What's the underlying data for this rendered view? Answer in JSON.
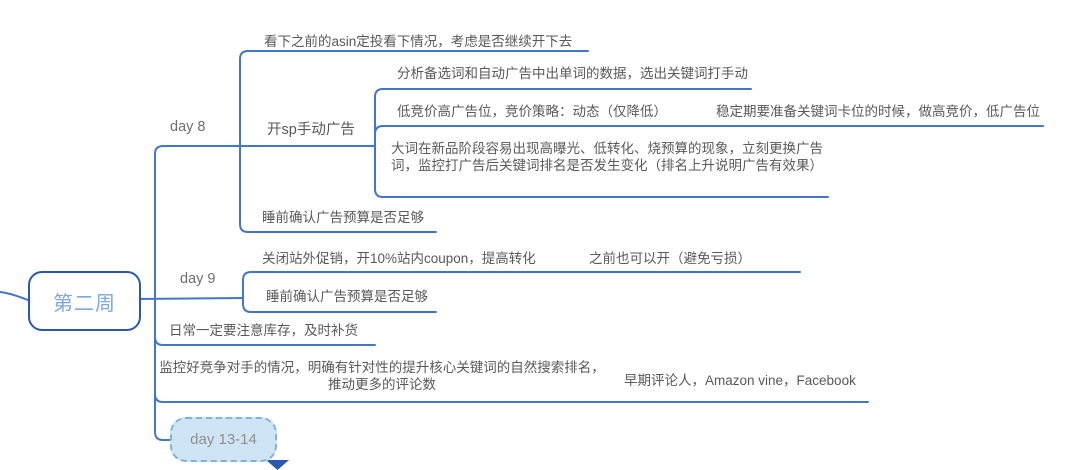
{
  "mindmap": {
    "root": {
      "label": "第二周"
    },
    "week2": {
      "day8": {
        "label": "day 8",
        "asin_check": "看下之前的asin定投看下情况，考虑是否继续开下去",
        "sp_manual": {
          "label": "开sp手动广告",
          "analyze_keywords": "分析备选词和自动广告中出单词的数据，选出关键词打手动",
          "low_bid": {
            "label": "低竞价高广告位，竞价策略：动态（仅降低）",
            "stable_period": "稳定期要准备关键词卡位的时候，做高竞价，低广告位"
          },
          "big_words": "大词在新品阶段容易出现高曝光、低转化、烧预算的现象，立刻更换广告词，监控打广告后关键词排名是否发生变化（排名上升说明广告有效果）"
        },
        "budget_check": "睡前确认广告预算是否足够"
      },
      "day9": {
        "label": "day 9",
        "coupon": {
          "label": "关闭站外促销，开10%站内coupon，提高转化",
          "note": "之前也可以开（避免亏损）"
        },
        "budget_check": "睡前确认广告预算是否足够"
      },
      "inventory": "日常一定要注意库存，及时补货",
      "monitor": {
        "label": "监控好竞争对手的情况，明确有针对性的提升核心关键词的自然搜索排名，推动更多的评论数",
        "review_channels": "早期评论人，Amazon vine，Facebook"
      },
      "day13_14": {
        "label": "day 13-14"
      }
    }
  },
  "colors": {
    "line": "#4277c8",
    "accent": "#2a58ad",
    "root_border": "#2a58ad",
    "root_text": "#7fa7e2",
    "text": "#595959",
    "label": "#6e6e6e",
    "sel_fill": "#cfe5f6",
    "sel_border": "#7fb3da",
    "sel_text": "#8f8f8f"
  }
}
